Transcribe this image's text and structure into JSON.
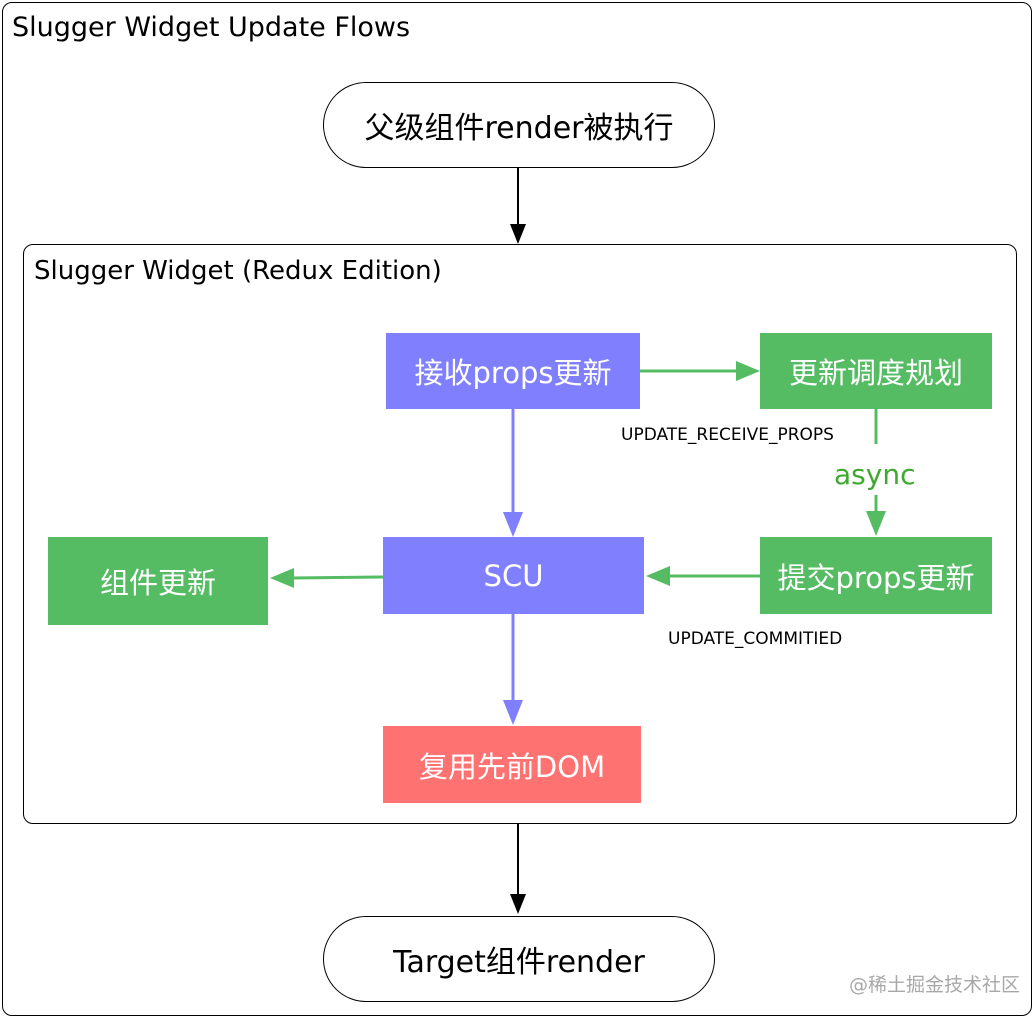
{
  "diagram": {
    "outer_title": "Slugger Widget Update Flows",
    "inner_title": "Slugger Widget (Redux Edition)",
    "nodes": {
      "parent_render": "父级组件render被执行",
      "receive_props": "接收props更新",
      "schedule_plan": "更新调度规划",
      "scu": "SCU",
      "commit_props": "提交props更新",
      "component_update": "组件更新",
      "reuse_dom": "复用先前DOM",
      "target_render": "Target组件render"
    },
    "edge_labels": {
      "update_receive_props": "UPDATE_RECEIVE_PROPS",
      "async": "async",
      "update_commited": "UPDATE_COMMITIED"
    },
    "colors": {
      "purple": "#8080ff",
      "green": "#56bc64",
      "red": "#ff7272",
      "black": "#000000"
    }
  },
  "watermark": "@稀土掘金技术社区"
}
